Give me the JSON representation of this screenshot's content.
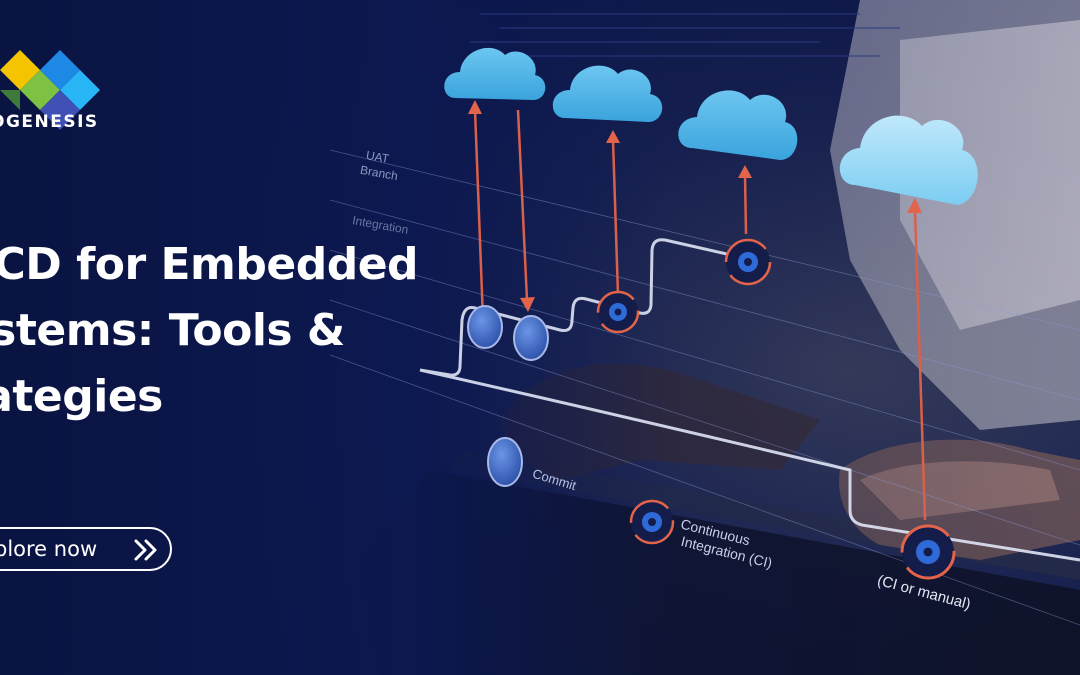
{
  "brand": {
    "name": "OGENESIS",
    "logo_colors": [
      "#f5c400",
      "#7dc242",
      "#1e88e5",
      "#29b6f6",
      "#3f51b5"
    ]
  },
  "hero": {
    "headline_lines": [
      "I/CD for Embedded",
      "ystems: Tools &",
      "rategies"
    ],
    "cta_label": "plore now",
    "cta_icon": "double-chevron-right-icon"
  },
  "diagram": {
    "labels": {
      "uat": "UAT",
      "branch": "Branch",
      "integration": "Integration",
      "commit": "Commit",
      "ci_line1": "Continuous",
      "ci_line2": "Integration  (CI)",
      "manual": "(CI or manual)"
    },
    "icons": [
      "cloud-icon",
      "gear-icon",
      "arrow-up-icon",
      "arrow-down-icon"
    ],
    "colors": {
      "cloud": "#4fb6ea",
      "arrow": "#e2644a",
      "gear": "#2f6bd8",
      "node": "#3f6fc8"
    }
  }
}
